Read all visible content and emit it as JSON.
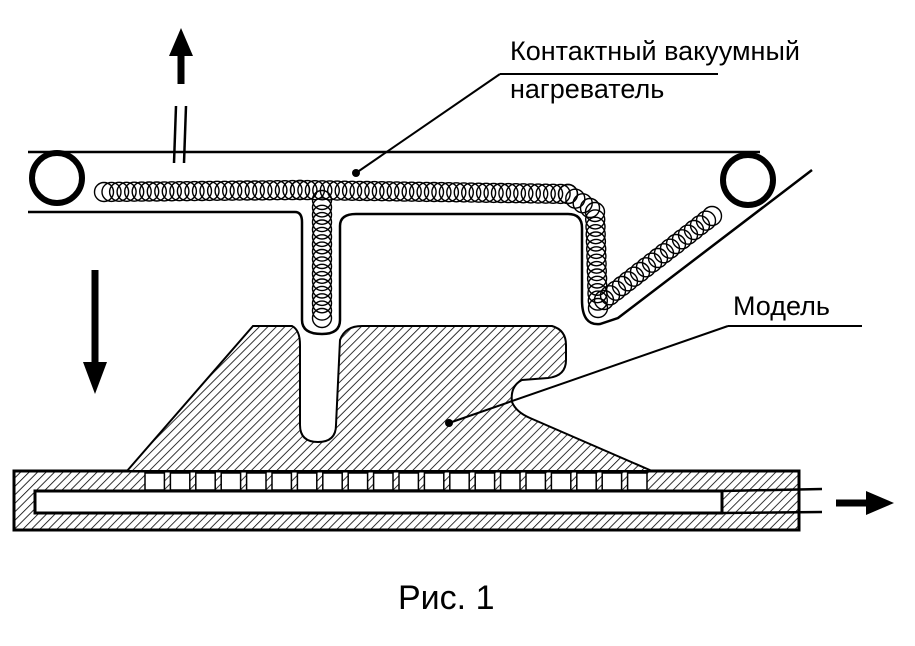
{
  "labels": {
    "heater_line1": "Контактный вакуумный",
    "heater_line2": "нагреватель",
    "model": "Модель",
    "caption": "Рис. 1"
  },
  "colors": {
    "ink": "#000000",
    "paper": "#ffffff"
  },
  "icons": {
    "up_arrow": "arrow-up-icon",
    "down_arrow": "arrow-down-icon",
    "right_arrow": "arrow-right-icon"
  }
}
